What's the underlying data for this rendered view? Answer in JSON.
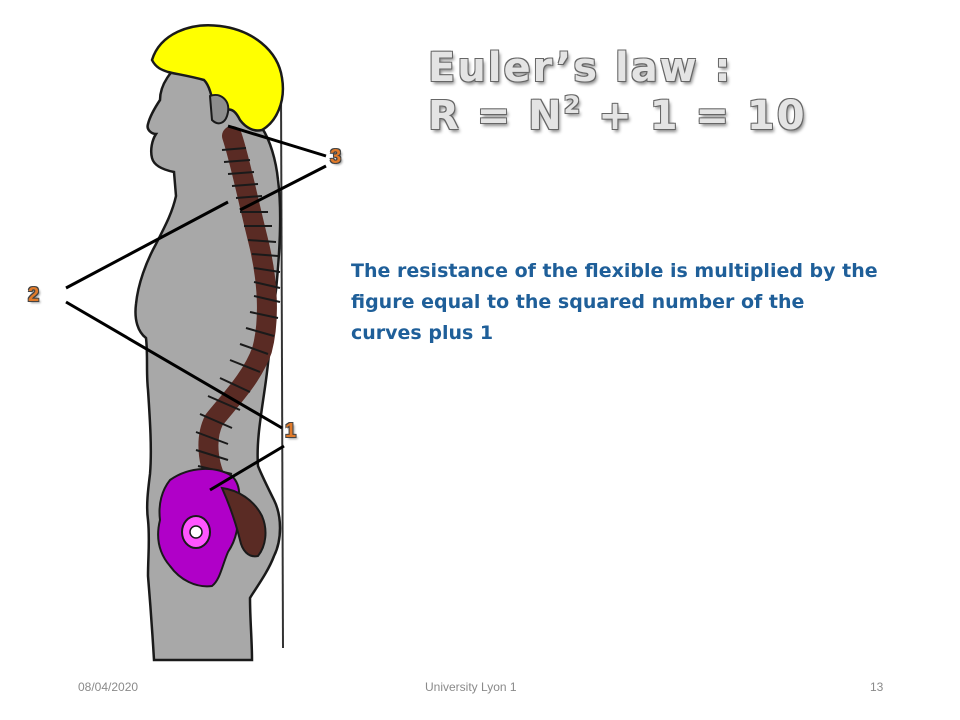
{
  "title": {
    "line1": "Euler’s law :",
    "line2_prefix": "R = N",
    "line2_exp": "2",
    "line2_suffix": " + 1 = 10"
  },
  "body": "The resistance of the flexible is multiplied by the figure equal to the squared number of the curves plus 1",
  "labels": {
    "curve1": "1",
    "curve2": "2",
    "curve3": "3"
  },
  "footer": {
    "date": "08/04/2020",
    "center": "University Lyon 1",
    "page": "13"
  },
  "colors": {
    "hair": "#ffff00",
    "body": "#a9a9a9",
    "spine": "#5a2b24",
    "pelvis": "#b000c8",
    "text": "#1f5f99",
    "label": "#e07a2a"
  }
}
